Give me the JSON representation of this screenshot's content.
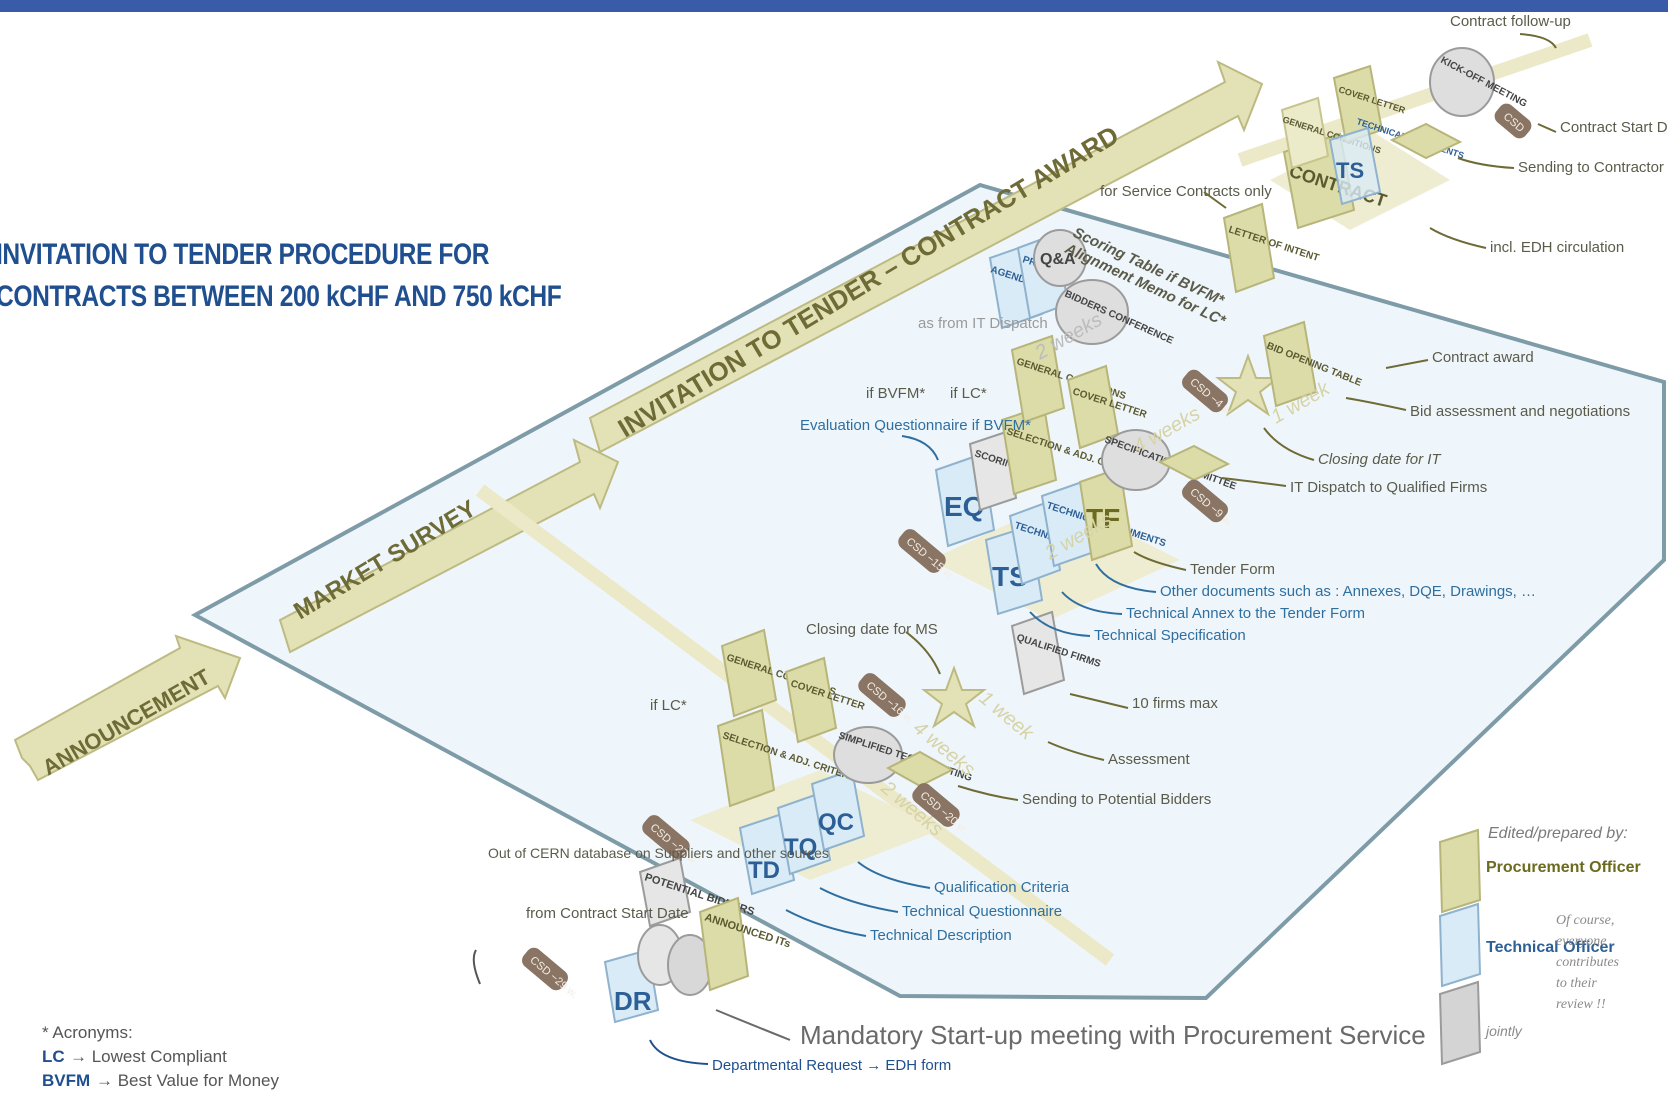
{
  "title": {
    "line1": "INVITATION TO TENDER PROCEDURE FOR",
    "line2": "CONTRACTS BETWEEN 200 kCHF AND 750 kCHF"
  },
  "phases": {
    "announcement": "ANNOUNCEMENT",
    "market_survey": "MARKET SURVEY",
    "itt": "INVITATION TO TENDER – CONTRACT AWARD"
  },
  "documents": {
    "dr": "DR",
    "potential_bidders": "POTENTIAL BIDDERS",
    "announced_its": "ANNOUNCED ITs",
    "td": "TD",
    "tq": "TQ",
    "qc": "QC",
    "ms_general_conditions": "GENERAL CONDITIONS",
    "ms_cover_letter": "COVER LETTER",
    "ms_selection": "SELECTION & ADJ. CRITERIA",
    "simplified_audit": "SIMPLIFIED TECH. AUDITING",
    "qualified_firms": "QUALIFIED FIRMS",
    "eq": "EQ",
    "ts": "TS",
    "tf": "TF",
    "scoring_memo": "SCORING MEMO",
    "technical_annex": "TECHNICAL ANNEX",
    "technical_documents": "TECHNICAL DOCUMENTS",
    "itt_selection": "SELECTION & ADJ. CRITERIA",
    "itt_general_conditions": "GENERAL CONDITIONS",
    "itt_cover_letter": "COVER LETTER",
    "specification_committee": "SPECIFICATION COMMITTEE",
    "agendations": "AGENDATIONS",
    "presentations": "PRESEN-",
    "qa": "Q&A",
    "bidders_conference": "BIDDERS CONFERENCE",
    "bid_opening_table": "BID OPENING TABLE",
    "letter_of_intent": "LETTER OF INTENT",
    "contract": "CONTRACT",
    "c_general_conditions": "GENERAL CONDITIONS",
    "c_cover_letter": "COVER LETTER",
    "c_technical_documents": "TECHNICAL DOCUMENTS",
    "c_ts": "TS",
    "kickoff": "KICK-OFF MEETING",
    "csd": "CSD"
  },
  "timing": {
    "csd29": "CSD −29 w.",
    "csd27": "CSD −27 w.",
    "csd20": "CSD −20 w.",
    "csd16": "CSD −16 w.",
    "csd15": "CSD −15 w.",
    "csd9": "CSD −9 w.",
    "csd4": "CSD −4 w.",
    "w2_ms": "2 weeks",
    "w4_ms": "4 weeks",
    "w1_ms": "1 week",
    "w2_itt": "2 weeks",
    "w4_itt": "4 weeks",
    "w1_itt": "1 week",
    "w2_conf": "2 weeks"
  },
  "annotations": {
    "contract_follow_up": "Contract follow-up",
    "contract_start_date": "Contract Start Date",
    "sending_to_contractor": "Sending to Contractor",
    "for_service_contracts": "for Service Contracts only",
    "incl_edh": "incl. EDH circulation",
    "scoring_table": "Scoring Table if BVFM*",
    "alignment_memo": "Alignment Memo for LC*",
    "contract_award": "Contract award",
    "bid_assessment": "Bid assessment and negotiations",
    "closing_date_it": "Closing date for IT",
    "it_dispatch": "IT Dispatch to Qualified Firms",
    "as_from_it": "as from IT Dispatch",
    "if_bvfm": "if BVFM*",
    "if_lc_itt": "if LC*",
    "eval_questionnaire": "Evaluation Questionnaire if BVFM*",
    "tender_form": "Tender Form",
    "other_documents": "Other documents such as : Annexes, DQE, Drawings, …",
    "technical_annex_tf": "Technical Annex to the Tender Form",
    "technical_specification": "Technical Specification",
    "closing_date_ms": "Closing date for MS",
    "ten_firms": "10 firms max",
    "assessment": "Assessment",
    "sending_potential": "Sending to Potential Bidders",
    "if_lc_ms": "if LC*",
    "qualification_criteria": "Qualification Criteria",
    "technical_questionnaire": "Technical Questionnaire",
    "technical_description": "Technical Description",
    "out_of_cern": "Out of CERN database on Suppliers and other sources",
    "from_contract_start": "from Contract Start Date",
    "mandatory_meeting": "Mandatory Start-up meeting with Procurement Service",
    "departmental_request": "Departmental Request → EDH form"
  },
  "legend": {
    "heading": "Edited/prepared by:",
    "procurement_officer": "Procurement Officer",
    "technical_officer": "Technical Officer",
    "jointly": "jointly",
    "note": "Of course, everyone contributes to their review !!"
  },
  "acronyms": {
    "heading": "* Acronyms:",
    "lc_key": "LC",
    "lc_val": "→ Lowest Compliant",
    "bvfm_key": "BVFM",
    "bvfm_val": "→ Best Value for Money"
  },
  "colors": {
    "procurement": "#dcdca8",
    "technical": "#d9ebf7",
    "jointly": "#d4d4d4",
    "arrow": "#d8d6a4",
    "accent_blue": "#2c5f96",
    "highlight_fill": "#eaf3fa",
    "highlight_stroke": "#7e9ba8",
    "csd_badge": "#8a7464"
  }
}
